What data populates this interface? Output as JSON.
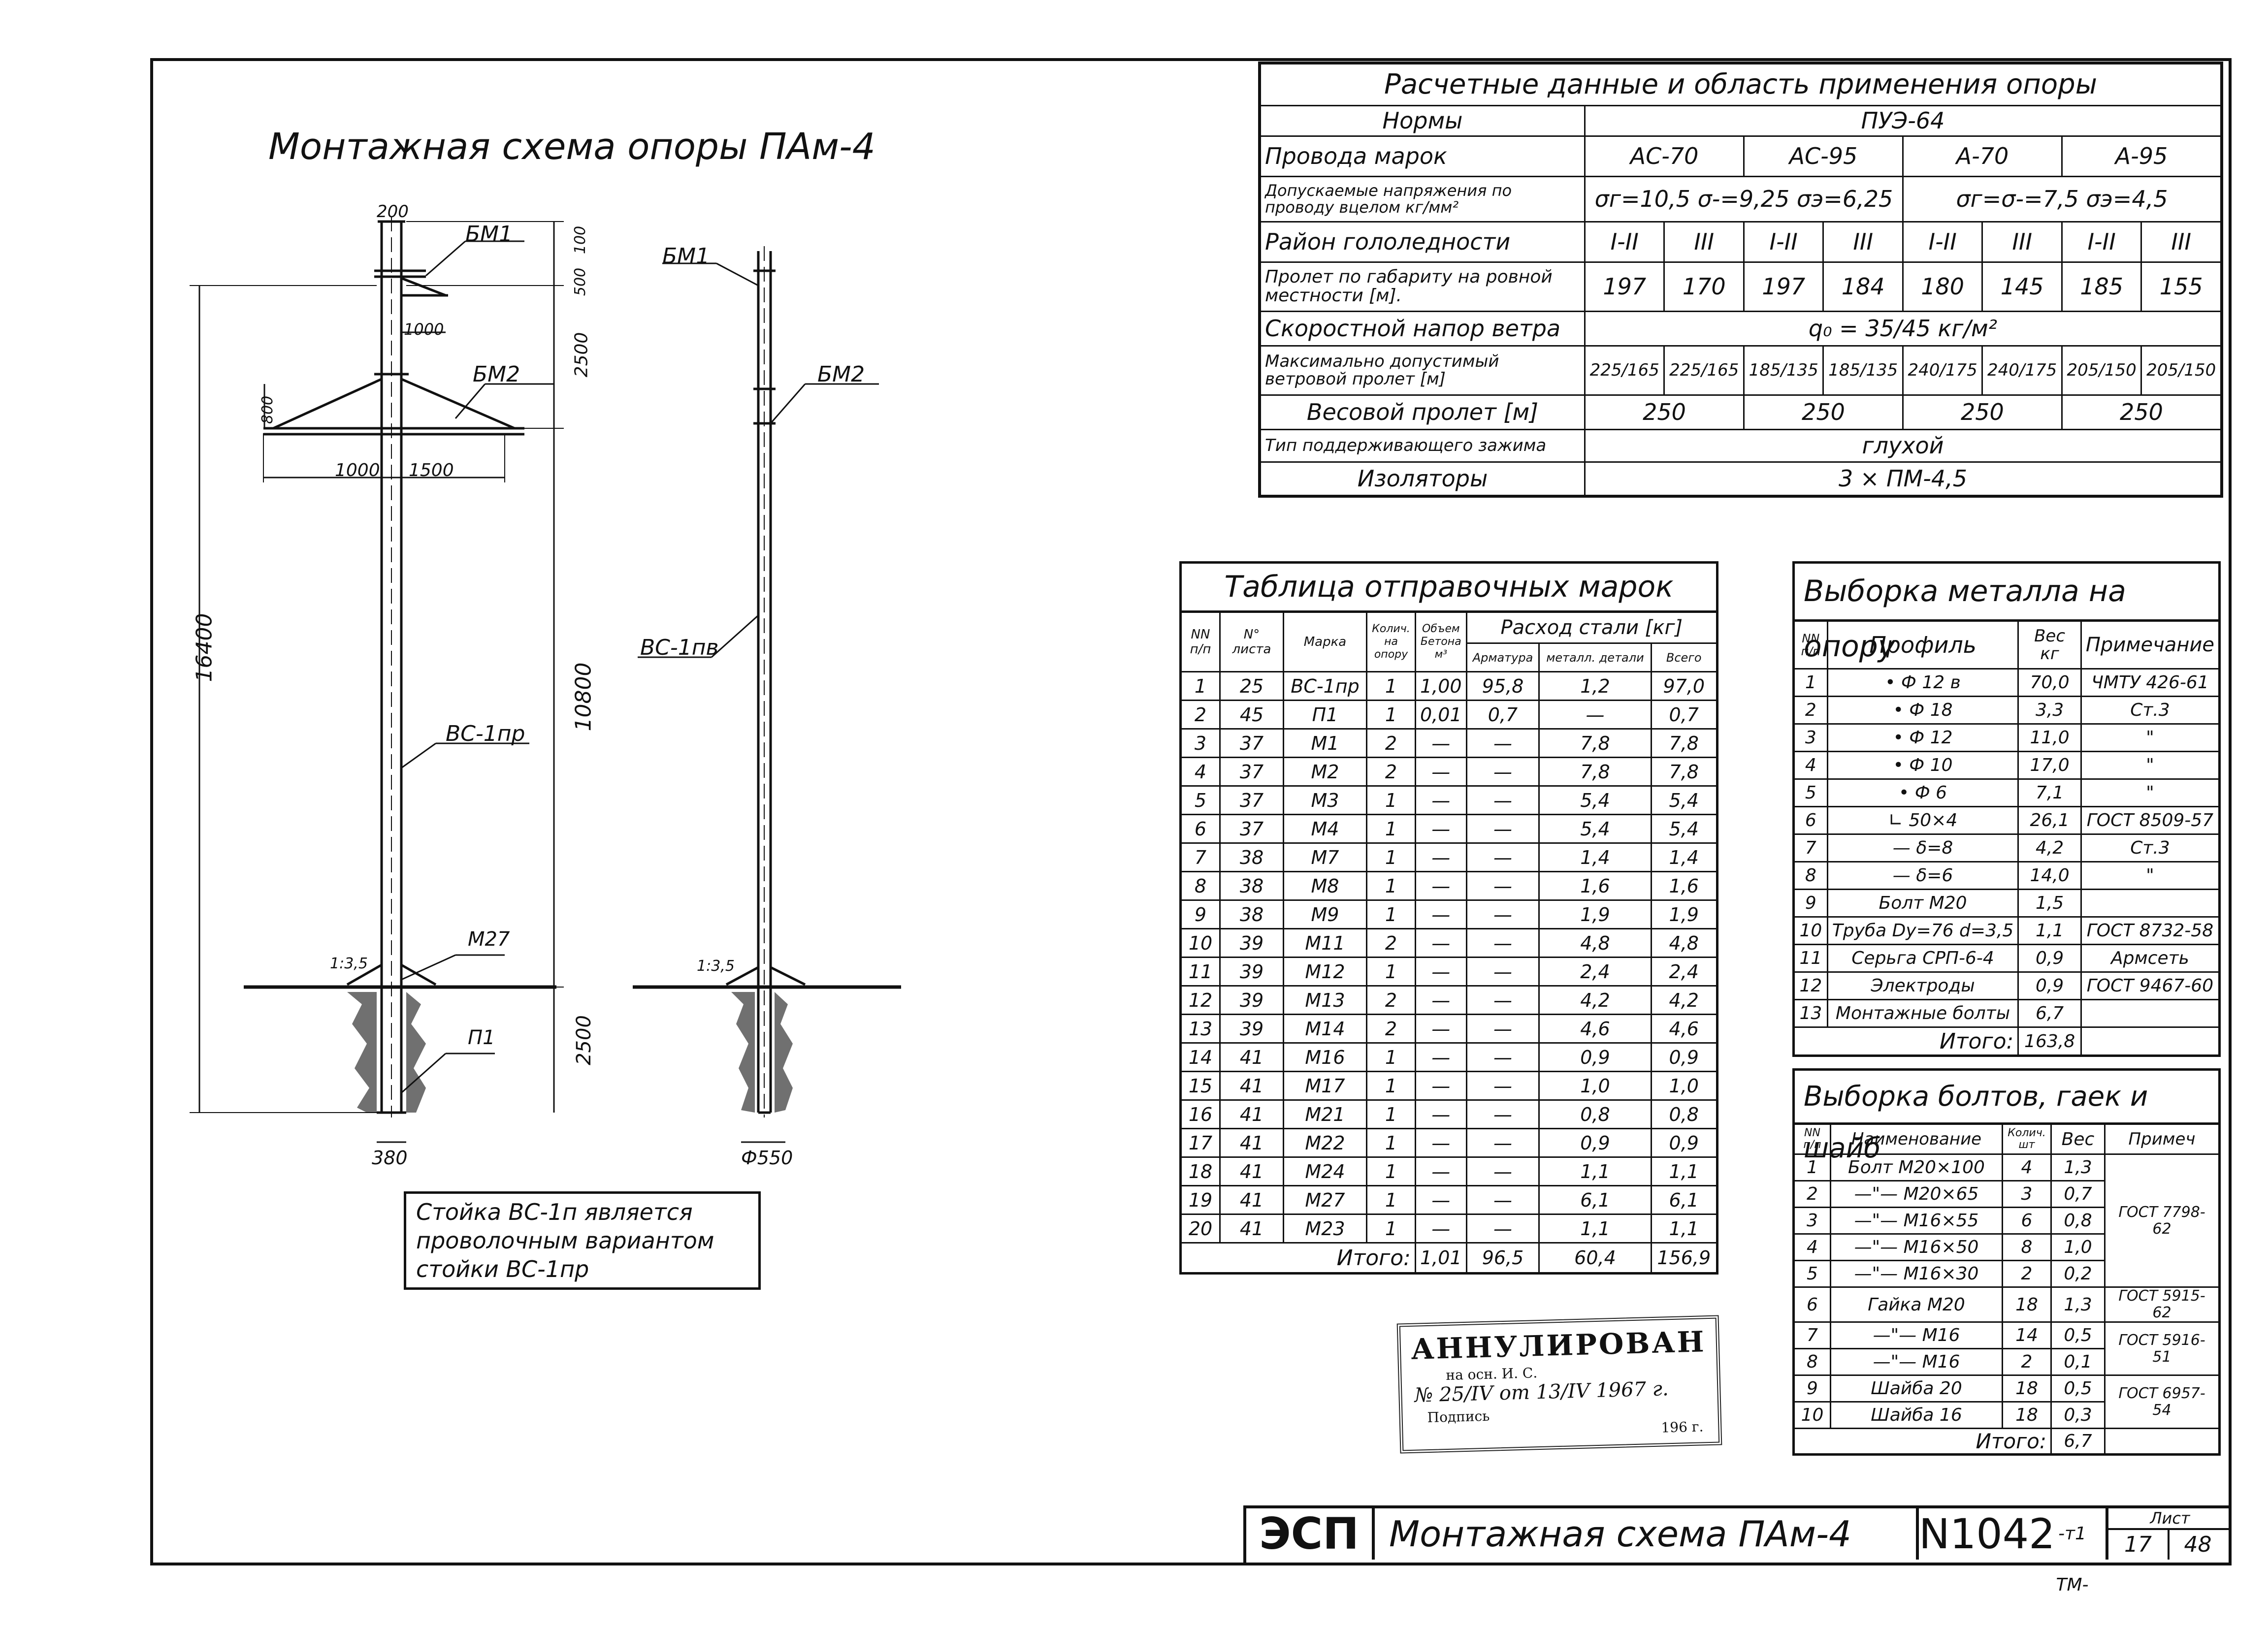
{
  "drawing": {
    "title": "Монтажная схема опоры ПАм-4",
    "dims": {
      "d200": "200",
      "d100": "100",
      "d500": "500",
      "d1000a": "1000",
      "d800": "800",
      "d2500a": "2500",
      "d1000b": "1000",
      "d1500": "1500",
      "d16400": "16400",
      "d10800": "10800",
      "d2500b": "2500",
      "d380": "380",
      "d550": "Ф550",
      "slope1": "1:3,5",
      "slope2": "1:3,5"
    },
    "labels": {
      "bm1a": "БМ1",
      "bm2a": "БМ2",
      "vs1pr": "ВС-1пр",
      "m27": "М27",
      "p1": "П1",
      "bm1b": "БМ1",
      "bm2b": "БМ2",
      "vs1pv": "ВС-1пв"
    },
    "note": [
      "Стойка ВС-1п является",
      "проволочным вариантом",
      "стойки ВС-1пр"
    ]
  },
  "design_table": {
    "title": "Расчетные данные и область применения опоры",
    "norms_label": "Нормы",
    "norms_value": "ПУЭ-64",
    "wires_label": "Провода марок",
    "wires": [
      "АС-70",
      "АС-95",
      "А-70",
      "А-95"
    ],
    "stress_label": "Допускаемые напряжения по проводу вцелом кг/мм²",
    "stress_ac": "σг=10,5  σ-=9,25  σэ=6,25",
    "stress_a": "σг=σ-=7,5  σэ=4,5",
    "ice_label": "Район гололедности",
    "ice": [
      "I-II",
      "III",
      "I-II",
      "III",
      "I-II",
      "III",
      "I-II",
      "III"
    ],
    "span_label": "Пролет по габариту на ровной местности [м].",
    "span": [
      "197",
      "170",
      "197",
      "184",
      "180",
      "145",
      "185",
      "155"
    ],
    "wind_label": "Скоростной напор ветра",
    "wind_value": "q₀ = 35/45 кг/м²",
    "maxwind_label": "Максимально допустимый ветровой пролет [м]",
    "maxwind": [
      "225/165",
      "225/165",
      "185/135",
      "185/135",
      "240/175",
      "240/175",
      "205/150",
      "205/150"
    ],
    "weight_label": "Весовой пролет [м]",
    "weight": [
      "250",
      "250",
      "250",
      "250"
    ],
    "clamp_label": "Тип поддерживающего зажима",
    "clamp_value": "глухой",
    "insul_label": "Изоляторы",
    "insul_value": "3 × ПМ-4,5"
  },
  "ship_table": {
    "title": "Таблица отправочных марок",
    "headers": {
      "nn": "NN п/п",
      "sheet": "N° листа",
      "mark": "Марка",
      "qty": "Колич. на опору",
      "vol": "Объем Бетона м³",
      "steel": "Расход стали [кг]",
      "rebar": "Арматура",
      "metal": "металл. детали",
      "total": "Всего"
    },
    "rows": [
      [
        "1",
        "25",
        "ВС-1пр",
        "1",
        "1,00",
        "95,8",
        "1,2",
        "97,0"
      ],
      [
        "2",
        "45",
        "П1",
        "1",
        "0,01",
        "0,7",
        "—",
        "0,7"
      ],
      [
        "3",
        "37",
        "М1",
        "2",
        "—",
        "—",
        "7,8",
        "7,8"
      ],
      [
        "4",
        "37",
        "М2",
        "2",
        "—",
        "—",
        "7,8",
        "7,8"
      ],
      [
        "5",
        "37",
        "М3",
        "1",
        "—",
        "—",
        "5,4",
        "5,4"
      ],
      [
        "6",
        "37",
        "М4",
        "1",
        "—",
        "—",
        "5,4",
        "5,4"
      ],
      [
        "7",
        "38",
        "М7",
        "1",
        "—",
        "—",
        "1,4",
        "1,4"
      ],
      [
        "8",
        "38",
        "М8",
        "1",
        "—",
        "—",
        "1,6",
        "1,6"
      ],
      [
        "9",
        "38",
        "М9",
        "1",
        "—",
        "—",
        "1,9",
        "1,9"
      ],
      [
        "10",
        "39",
        "М11",
        "2",
        "—",
        "—",
        "4,8",
        "4,8"
      ],
      [
        "11",
        "39",
        "М12",
        "1",
        "—",
        "—",
        "2,4",
        "2,4"
      ],
      [
        "12",
        "39",
        "М13",
        "2",
        "—",
        "—",
        "4,2",
        "4,2"
      ],
      [
        "13",
        "39",
        "М14",
        "2",
        "—",
        "—",
        "4,6",
        "4,6"
      ],
      [
        "14",
        "41",
        "М16",
        "1",
        "—",
        "—",
        "0,9",
        "0,9"
      ],
      [
        "15",
        "41",
        "М17",
        "1",
        "—",
        "—",
        "1,0",
        "1,0"
      ],
      [
        "16",
        "41",
        "М21",
        "1",
        "—",
        "—",
        "0,8",
        "0,8"
      ],
      [
        "17",
        "41",
        "М22",
        "1",
        "—",
        "—",
        "0,9",
        "0,9"
      ],
      [
        "18",
        "41",
        "М24",
        "1",
        "—",
        "—",
        "1,1",
        "1,1"
      ],
      [
        "19",
        "41",
        "М27",
        "1",
        "—",
        "—",
        "6,1",
        "6,1"
      ],
      [
        "20",
        "41",
        "М23",
        "1",
        "—",
        "—",
        "1,1",
        "1,1"
      ]
    ],
    "total": [
      "Итого:",
      "1,01",
      "96,5",
      "60,4",
      "156,9"
    ]
  },
  "metal_table": {
    "title": "Выборка металла на опору",
    "headers": {
      "nn": "NN п/п",
      "profile": "Профиль",
      "weight": "Вес кг",
      "note": "Примечание"
    },
    "rows": [
      [
        "1",
        "• Ф 12 в",
        "70,0",
        "ЧМТУ 426-61"
      ],
      [
        "2",
        "• Ф 18",
        "3,3",
        "Ст.3"
      ],
      [
        "3",
        "• Ф 12",
        "11,0",
        "\""
      ],
      [
        "4",
        "• Ф 10",
        "17,0",
        "\""
      ],
      [
        "5",
        "• Ф 6",
        "7,1",
        "\""
      ],
      [
        "6",
        "∟ 50×4",
        "26,1",
        "ГОСТ 8509-57"
      ],
      [
        "7",
        "— δ=8",
        "4,2",
        "Ст.3"
      ],
      [
        "8",
        "— δ=6",
        "14,0",
        "\""
      ],
      [
        "9",
        "Болт М20",
        "1,5",
        ""
      ],
      [
        "10",
        "Труба Dу=76 d=3,5",
        "1,1",
        "ГОСТ 8732-58"
      ],
      [
        "11",
        "Серьга СРП-6-4",
        "0,9",
        "Армсеть"
      ],
      [
        "12",
        "Электроды",
        "0,9",
        "ГОСТ 9467-60"
      ],
      [
        "13",
        "Монтажные болты",
        "6,7",
        ""
      ]
    ],
    "total": [
      "Итого:",
      "163,8"
    ]
  },
  "bolts_table": {
    "title": "Выборка болтов, гаек и шайб",
    "headers": {
      "nn": "NN п/п",
      "name": "Наименование",
      "qty": "Колич. шт",
      "weight": "Вес",
      "note": "Примеч"
    },
    "rows": [
      [
        "1",
        "Болт М20×100",
        "4",
        "1,3"
      ],
      [
        "2",
        "—\"— М20×65",
        "3",
        "0,7"
      ],
      [
        "3",
        "—\"— М16×55",
        "6",
        "0,8"
      ],
      [
        "4",
        "—\"— М16×50",
        "8",
        "1,0"
      ],
      [
        "5",
        "—\"— М16×30",
        "2",
        "0,2"
      ],
      [
        "6",
        "Гайка М20",
        "18",
        "1,3"
      ],
      [
        "7",
        "—\"— М16",
        "14",
        "0,5"
      ],
      [
        "8",
        "—\"— М16",
        "2",
        "0,1"
      ],
      [
        "9",
        "Шайба 20",
        "18",
        "0,5"
      ],
      [
        "10",
        "Шайба 16",
        "18",
        "0,3"
      ]
    ],
    "notes": {
      "g1": "ГОСТ 7798-62",
      "g2": "ГОСТ 5915-62",
      "g3": "ГОСТ 5916-51",
      "g4": "ГОСТ 6957-54"
    },
    "total": [
      "Итого:",
      "6,7"
    ]
  },
  "stamp": {
    "title": "АННУЛИРОВАН",
    "line1": "на осн. И. С.",
    "line2_no": "№ 25/IV",
    "line2_from": "от 13/IV 1967 г.",
    "line3": "Подпись",
    "line4": "196  г."
  },
  "title_block": {
    "org": "ЭСП",
    "name": "Монтажная схема ПАм-4",
    "number": "N1042",
    "series": "-т1 ТМ-",
    "sheet_label": "Лист",
    "sheet": "17",
    "sheets": "48"
  }
}
